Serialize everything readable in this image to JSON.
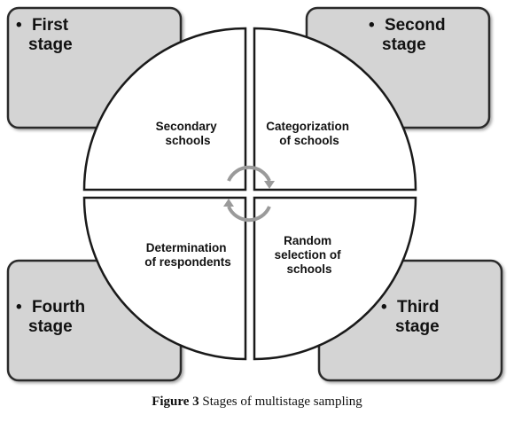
{
  "stages": [
    {
      "id": "first",
      "line1": "First",
      "line2": "stage"
    },
    {
      "id": "second",
      "line1": "Second",
      "line2": "stage"
    },
    {
      "id": "third",
      "line1": "Third",
      "line2": "stage"
    },
    {
      "id": "fourth",
      "line1": "Fourth",
      "line2": "stage"
    }
  ],
  "quadrants": {
    "top_left": [
      "Secondary",
      "schools"
    ],
    "top_right": [
      "Categorization",
      "of schools"
    ],
    "bottom_right": [
      "Random",
      "selection of",
      "schools"
    ],
    "bottom_left": [
      "Determination",
      "of respondents"
    ]
  },
  "bullet": "•",
  "caption": {
    "figure_number": "Figure 3",
    "text": "Stages of multistage sampling"
  },
  "colors": {
    "box_fill": "#d4d4d4",
    "box_stroke": "#2a2a2a",
    "quadrant_fill": "#ffffff",
    "arrow": "#9a9a9a"
  }
}
